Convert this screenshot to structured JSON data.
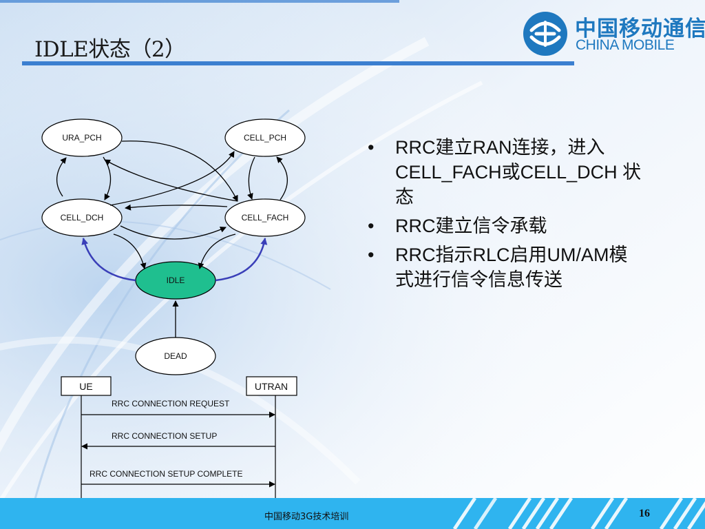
{
  "slide": {
    "title": "IDLE状态（2）",
    "bullets": [
      "RRC建立RAN连接，进入CELL_FACH或CELL_DCH 状态",
      "RRC建立信令承载",
      "RRC指示RLC启用UM/AM模式进行信令信息传送"
    ],
    "bullet_symbol": "•"
  },
  "logo": {
    "cn": "中国移动通信",
    "en": "CHINA MOBILE"
  },
  "state_diagram": {
    "states": {
      "ura_pch": "URA_PCH",
      "cell_pch": "CELL_PCH",
      "cell_dch": "CELL_DCH",
      "cell_fach": "CELL_FACH",
      "idle": "IDLE",
      "dead": "DEAD"
    },
    "highlight_color": "#1fbf8f",
    "highlight_arrow_color": "#3a3fb8"
  },
  "sequence": {
    "ue": "UE",
    "utran": "UTRAN",
    "messages": [
      "RRC CONNECTION REQUEST",
      "RRC CONNECTION SETUP",
      "RRC CONNECTION SETUP COMPLETE"
    ]
  },
  "footer": {
    "text": "中国移动3G技术培训",
    "page": "16"
  },
  "colors": {
    "accent": "#3b7fd0",
    "footer_bg": "#2fb4ef",
    "logo": "#1e78bf"
  }
}
